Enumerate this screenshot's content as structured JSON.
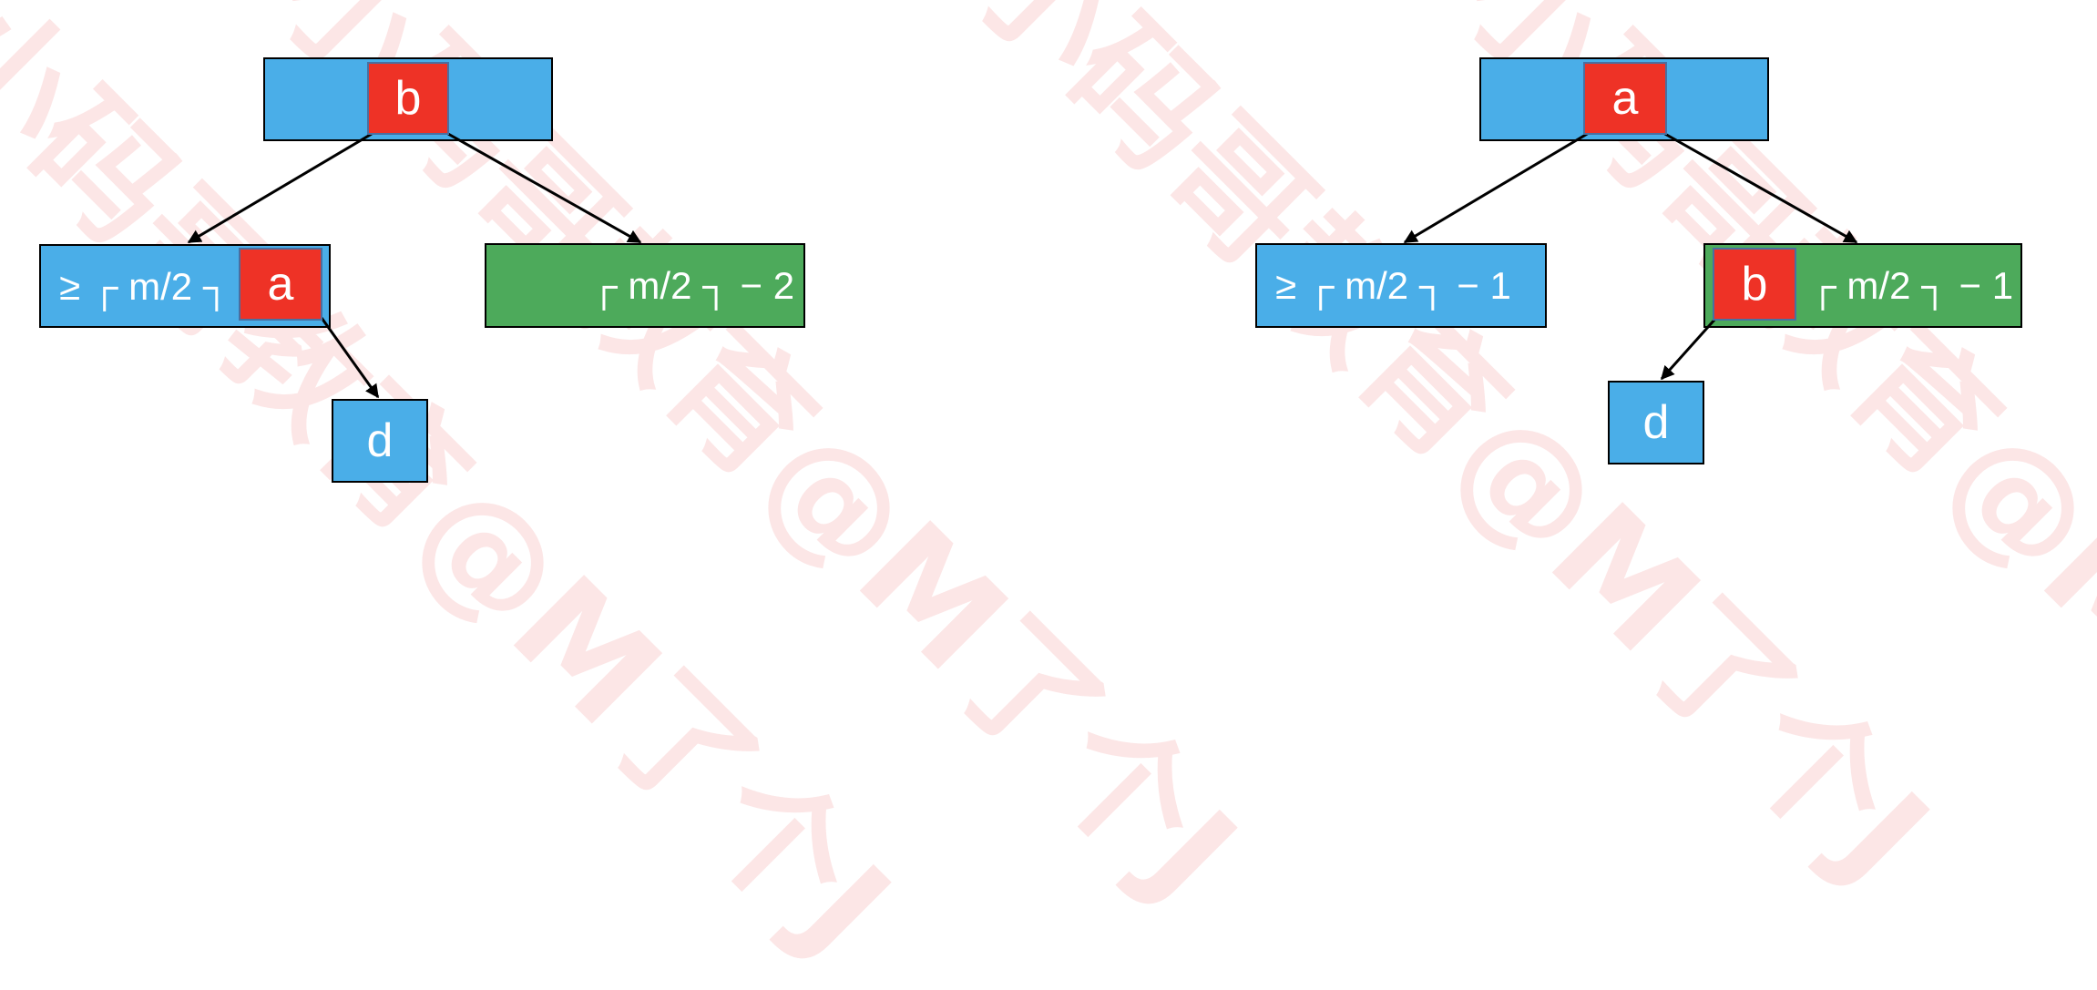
{
  "diagram": {
    "colors": {
      "node_blue": "#4AAEE8",
      "node_green": "#4DAA5B",
      "key_red": "#EE3226",
      "edge": "#000000",
      "watermark": "#E63C3C"
    },
    "watermark_text": "小码哥教育@M了个J",
    "left_tree": {
      "root_key": "b",
      "left_child_label": "≥ ┌ m/2 ┐",
      "left_child_key": "a",
      "right_child_label": "┌ m/2 ┐ − 2",
      "leaf_label": "d"
    },
    "right_tree": {
      "root_key": "a",
      "left_child_label": "≥ ┌ m/2 ┐ − 1",
      "right_child_key": "b",
      "right_child_label": "┌ m/2 ┐ − 1",
      "leaf_label": "d"
    }
  }
}
